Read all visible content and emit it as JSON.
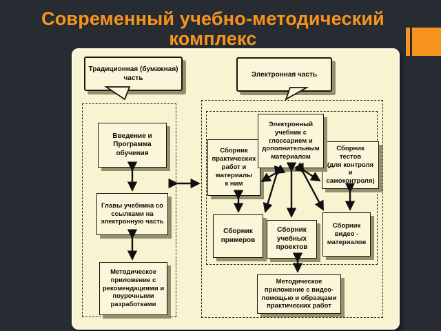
{
  "slide": {
    "title_line1": "Современный учебно-методический",
    "title_line2": "комплекс",
    "accent_color": "#F7941E",
    "background_color": "#272C33"
  },
  "diagram": {
    "bubbles": [
      {
        "label": "Традиционная (бумажная)\nчасть"
      },
      {
        "label": "Электронная часть"
      }
    ],
    "nodes": [
      {
        "label": "Введение и\nПрограмма\nобучения"
      },
      {
        "label": "Главы учебника со\nссылками на\nэлектронную часть"
      },
      {
        "label": "Методическое\nприложение с\nрекомендациями и\nпоурочными\nразработками"
      },
      {
        "label": "Сборник\nпрактических\nработ и\nматериалы\nк ним"
      },
      {
        "label": "Электронный\nучебник с\nглоссарием и\nдополнительным\nматериалом"
      },
      {
        "label": "Сборник\nтестов\n(для контроля\nи\nсамоконтроля)"
      },
      {
        "label": "Сборник\nпримеров"
      },
      {
        "label": "Сборник\nучебных\nпроектов"
      },
      {
        "label": "Сборник\nвидео -\nматериалов"
      },
      {
        "label": "Методическое\nприложение с видео-\nпомощью и образцами\nпрактических работ"
      }
    ]
  }
}
